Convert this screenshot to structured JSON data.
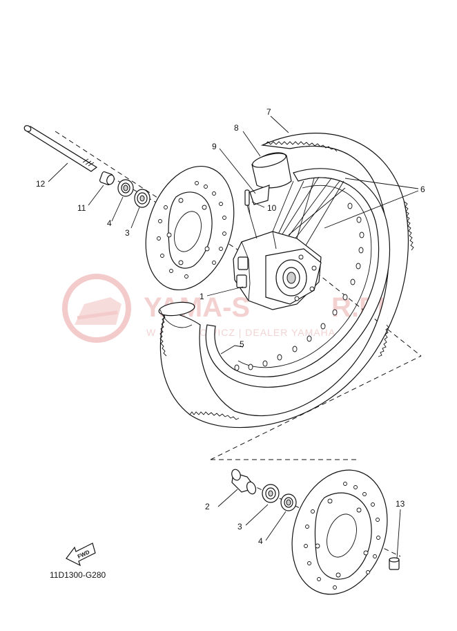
{
  "diagram": {
    "callouts": [
      {
        "id": "c1",
        "text": "1"
      },
      {
        "id": "c2",
        "text": "2"
      },
      {
        "id": "c3a",
        "text": "3"
      },
      {
        "id": "c3b",
        "text": "3"
      },
      {
        "id": "c4a",
        "text": "4"
      },
      {
        "id": "c4b",
        "text": "4"
      },
      {
        "id": "c5",
        "text": "5"
      },
      {
        "id": "c6",
        "text": "6"
      },
      {
        "id": "c7",
        "text": "7"
      },
      {
        "id": "c8",
        "text": "8"
      },
      {
        "id": "c9",
        "text": "9"
      },
      {
        "id": "c10",
        "text": "10"
      },
      {
        "id": "c11",
        "text": "11"
      },
      {
        "id": "c12",
        "text": "12"
      },
      {
        "id": "c13",
        "text": "13"
      }
    ],
    "fwd_label": "FWD",
    "drawing_code": "11D1300-G280"
  },
  "watermark": {
    "text": "YAMA-S",
    "text_suffix": "R.PL",
    "subtext": "W    OJC  CHOWICZ | DEALER YAMAHA",
    "color": "#e8a0a0"
  }
}
